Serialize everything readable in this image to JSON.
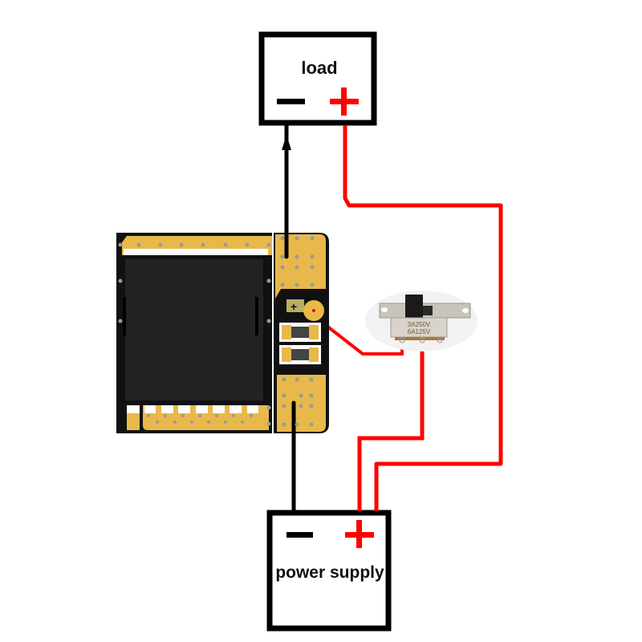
{
  "diagram": {
    "title": "Wiring diagram: protection board with slide switch between power supply and load",
    "colors": {
      "wire_negative": "#000000",
      "wire_positive": "#ff0000",
      "pcb_gold": "#e8b84a",
      "pcb_black": "#111111",
      "pcb_chip": "#222222",
      "via": "#9a9a9a",
      "switch_body": "#d8d4cc"
    },
    "load": {
      "label": "load",
      "negative_symbol": "−",
      "positive_symbol": "+"
    },
    "power_supply": {
      "label": "power supply",
      "negative_symbol": "−",
      "positive_symbol": "+"
    },
    "switch": {
      "rating_line1": "3A250V",
      "rating_line2": "6A125V"
    },
    "board": {
      "pad_symbol": "+"
    },
    "connections": [
      {
        "from": "power_supply.negative",
        "to": "board.bottom",
        "color": "black"
      },
      {
        "from": "board.top",
        "to": "load.negative",
        "color": "black",
        "arrow": "up"
      },
      {
        "from": "board.pad",
        "to": "switch.pin1",
        "color": "red"
      },
      {
        "from": "switch.pin2",
        "to": "power_supply.positive",
        "color": "red"
      },
      {
        "from": "power_supply.positive",
        "to": "load.positive",
        "color": "red"
      }
    ]
  }
}
